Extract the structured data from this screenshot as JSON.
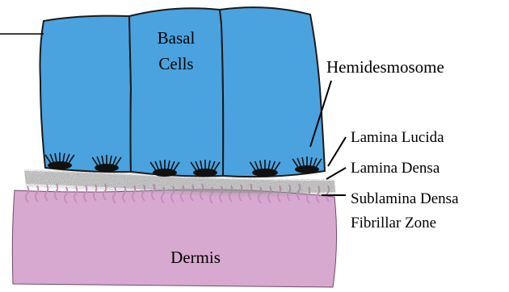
{
  "labels": {
    "basal_line1": "Basal",
    "basal_line2": "Cells",
    "hemidesmosome": "Hemidesmosome",
    "lamina_lucida": "Lamina Lucida",
    "lamina_densa": "Lamina Densa",
    "sublamina_line1": "Sublamina Densa",
    "sublamina_line2": "Fibrillar Zone",
    "dermis": "Dermis"
  },
  "colors": {
    "basal_cell": "#4aa3df",
    "dermis": "#d8a9d0",
    "lamina_densa": "#8a8a8a",
    "hemidesmosome": "#111111",
    "outline": "#1a1a1a"
  }
}
